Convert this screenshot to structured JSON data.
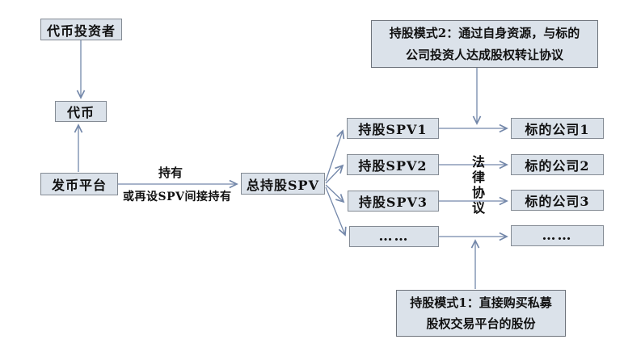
{
  "diagram": {
    "description": "Flowchart of token issuing platform holding target companies through SPVs",
    "colors": {
      "background": "#ffffff",
      "node_fill": "#dbe2ea",
      "node_border": "#848b94",
      "annotation_border": "#6d737b",
      "connector_line": "#7488aa",
      "text": "#111111"
    },
    "nodes": {
      "token_investor": {
        "label": "代币投资者"
      },
      "token": {
        "label": "代币"
      },
      "issuer_platform": {
        "label": "发币平台"
      },
      "master_spv": {
        "label": "总持股SPV"
      },
      "spv1": {
        "label": "持股SPV1"
      },
      "spv2": {
        "label": "持股SPV2"
      },
      "spv3": {
        "label": "持股SPV3"
      },
      "spv_more": {
        "label": "……"
      },
      "target1": {
        "label": "标的公司1"
      },
      "target2": {
        "label": "标的公司2"
      },
      "target3": {
        "label": "标的公司3"
      },
      "target_more": {
        "label": "……"
      }
    },
    "annotations": {
      "mode2": {
        "line1": "持股模式2：通过自身资源，与标的",
        "line2": "公司投资人达成股权转让协议"
      },
      "mode1": {
        "line1": "持股模式1：直接购买私募",
        "line2": "股权交易平台的股份"
      }
    },
    "edge_labels": {
      "hold": "持有",
      "hold_indirect": "或再设SPV间接持有",
      "legal_agreement": "法律协议"
    }
  }
}
